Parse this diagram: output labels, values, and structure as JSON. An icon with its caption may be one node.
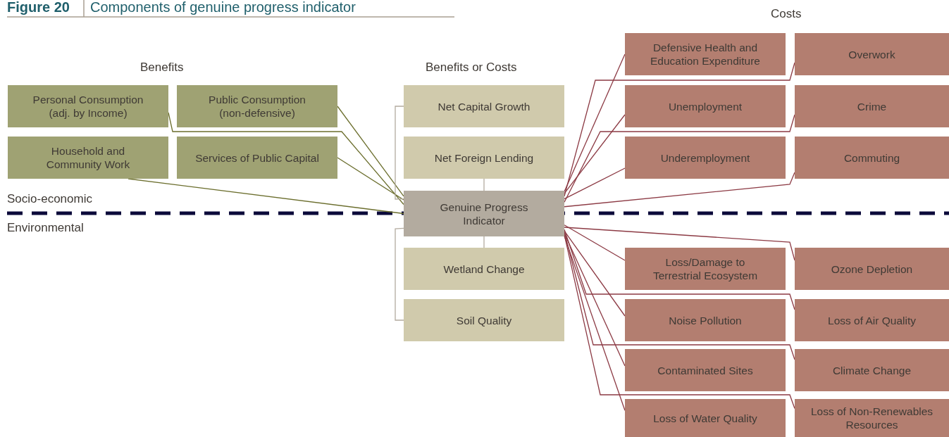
{
  "diagram": {
    "title": "Components of genuine progress indicator",
    "nodes": [
      {
        "text": [
          "Personal Consumption (adj. by Income)"
        ]
      },
      {
        "text": [
          "Public Consumption (non-defensive)"
        ]
      },
      {
        "text": [
          "Household and Community Work"
        ]
      },
      {
        "text": [
          "Services of Public Capital"
        ]
      },
      {
        "text": [
          "Net Capital Growth"
        ]
      },
      {
        "text": [
          "Net Foreign Lending"
        ]
      },
      {
        "text": [
          "Genuine Progress Indicator"
        ]
      },
      {
        "text": [
          "Wetland Change"
        ]
      },
      {
        "text": [
          "Soil Quality"
        ]
      },
      {
        "text": [
          "Defensive Health and Education Expenditure"
        ]
      },
      {
        "text": [
          "Overwork"
        ]
      },
      {
        "text": [
          "Unemployment"
        ]
      },
      {
        "text": [
          "Crime"
        ]
      },
      {
        "text": [
          "Underemployment"
        ]
      },
      {
        "text": [
          "Commuting"
        ]
      },
      {
        "text": [
          "Loss/Damage to Terrestrial Ecosystem"
        ]
      },
      {
        "text": [
          "Ozone Depletion"
        ]
      },
      {
        "text": [
          "Noise Pollution"
        ]
      },
      {
        "text": [
          "Loss of Air Quality"
        ]
      },
      {
        "text": [
          "Contaminated Sites"
        ]
      },
      {
        "text": [
          "Climate Change"
        ]
      },
      {
        "text": [
          "Loss of Water Quality"
        ]
      },
      {
        "text": [
          "Loss of Non-Renewables Resources"
        ]
      }
    ],
    "edges": [
      {
        "from": 0,
        "to": 6,
        "arrow": "none",
        "color": "#6b6e2d"
      },
      {
        "from": 1,
        "to": 6,
        "arrow": "none",
        "color": "#6b6e2d"
      },
      {
        "from": 2,
        "to": 6,
        "arrow": "none",
        "color": "#6b6e2d"
      },
      {
        "from": 3,
        "to": 6,
        "arrow": "none",
        "color": "#6b6e2d"
      },
      {
        "from": 4,
        "to": 6,
        "arrow": "none",
        "color": "#b3ab9f"
      },
      {
        "from": 5,
        "to": 6,
        "arrow": "none",
        "color": "#b3ab9f"
      },
      {
        "from": 7,
        "to": 6,
        "arrow": "none",
        "color": "#b3ab9f"
      },
      {
        "from": 8,
        "to": 6,
        "arrow": "none",
        "color": "#b3ab9f"
      },
      {
        "from": 9,
        "to": 6,
        "arrow": "none"
      },
      {
        "from": 10,
        "to": 6,
        "arrow": "none"
      },
      {
        "from": 11,
        "to": 6,
        "arrow": "none"
      },
      {
        "from": 12,
        "to": 6,
        "arrow": "none"
      },
      {
        "from": 13,
        "to": 6,
        "arrow": "none"
      },
      {
        "from": 14,
        "to": 6,
        "arrow": "none"
      },
      {
        "from": 15,
        "to": 6,
        "arrow": "none"
      },
      {
        "from": 16,
        "to": 6,
        "arrow": "none"
      },
      {
        "from": 17,
        "to": 6,
        "arrow": "none"
      },
      {
        "from": 18,
        "to": 6,
        "arrow": "none"
      },
      {
        "from": 19,
        "to": 6,
        "arrow": "none"
      },
      {
        "from": 20,
        "to": 6,
        "arrow": "none"
      },
      {
        "from": 21,
        "to": 6,
        "arrow": "none"
      },
      {
        "from": 22,
        "to": 6,
        "arrow": "none"
      }
    ],
    "labels": [
      "Figure 20",
      "Costs",
      "Benefits",
      "Benefits or Costs",
      "Socio-economic",
      "Environmental"
    ]
  }
}
